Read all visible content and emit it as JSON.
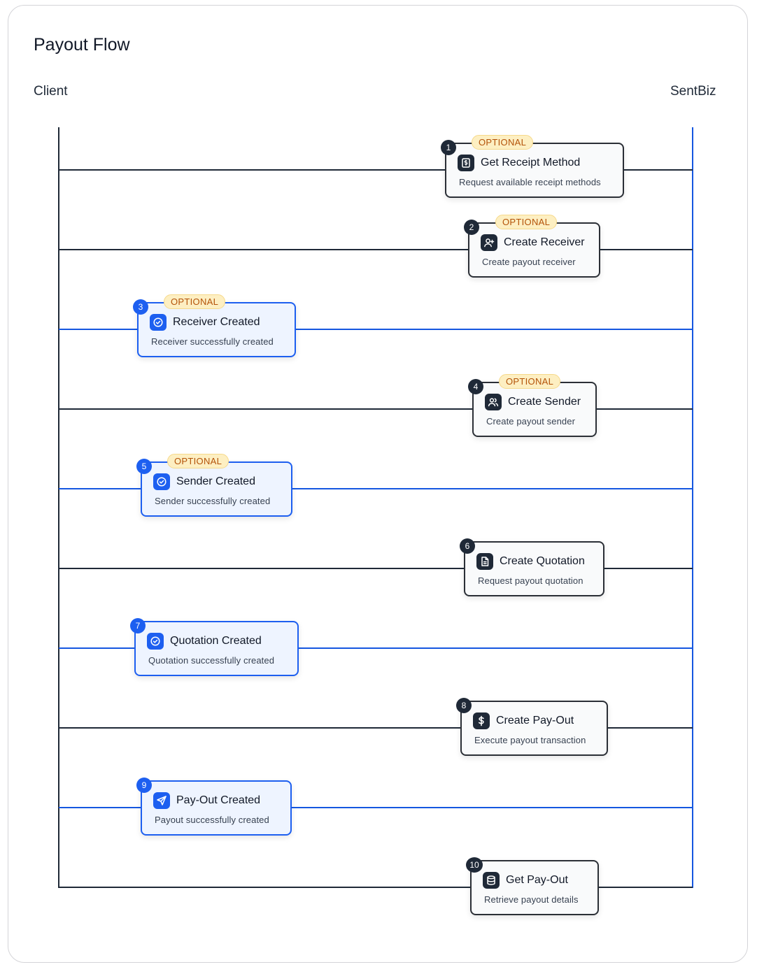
{
  "title": "Payout Flow",
  "lanes": {
    "left": "Client",
    "right": "SentBiz"
  },
  "colors": {
    "request": "#1f2937",
    "response": "#1d5ff0",
    "optional_bg": "#fdefc2",
    "optional_text": "#b45309"
  },
  "optional_label": "OPTIONAL",
  "steps": [
    {
      "number": "1",
      "title": "Get Receipt Method",
      "description": "Request available receipt methods",
      "optional": true,
      "direction": "request",
      "icon": "receipt-icon"
    },
    {
      "number": "2",
      "title": "Create Receiver",
      "description": "Create payout receiver",
      "optional": true,
      "direction": "request",
      "icon": "user-plus-icon"
    },
    {
      "number": "3",
      "title": "Receiver Created",
      "description": "Receiver successfully created",
      "optional": true,
      "direction": "response",
      "icon": "check-circle-icon"
    },
    {
      "number": "4",
      "title": "Create Sender",
      "description": "Create payout sender",
      "optional": true,
      "direction": "request",
      "icon": "users-icon"
    },
    {
      "number": "5",
      "title": "Sender Created",
      "description": "Sender successfully created",
      "optional": true,
      "direction": "response",
      "icon": "check-circle-icon"
    },
    {
      "number": "6",
      "title": "Create Quotation",
      "description": "Request payout quotation",
      "optional": false,
      "direction": "request",
      "icon": "document-icon"
    },
    {
      "number": "7",
      "title": "Quotation Created",
      "description": "Quotation successfully created",
      "optional": false,
      "direction": "response",
      "icon": "check-circle-icon"
    },
    {
      "number": "8",
      "title": "Create Pay-Out",
      "description": "Execute payout transaction",
      "optional": false,
      "direction": "request",
      "icon": "dollar-icon"
    },
    {
      "number": "9",
      "title": "Pay-Out Created",
      "description": "Payout successfully created",
      "optional": false,
      "direction": "response",
      "icon": "send-icon"
    },
    {
      "number": "10",
      "title": "Get Pay-Out",
      "description": "Retrieve payout details",
      "optional": false,
      "direction": "request",
      "icon": "database-icon"
    }
  ]
}
